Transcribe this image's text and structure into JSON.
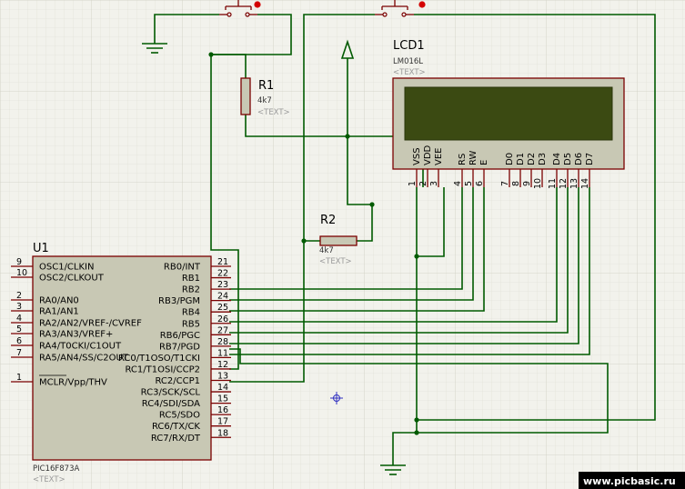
{
  "mcu": {
    "ref": "U1",
    "part": "PIC16F873A",
    "text_placeholder": "<TEXT>",
    "left_pins": [
      {
        "num": "9",
        "name": "OSC1/CLKIN"
      },
      {
        "num": "10",
        "name": "OSC2/CLKOUT"
      },
      {
        "num": "2",
        "name": "RA0/AN0"
      },
      {
        "num": "3",
        "name": "RA1/AN1"
      },
      {
        "num": "4",
        "name": "RA2/AN2/VREF-/CVREF"
      },
      {
        "num": "5",
        "name": "RA3/AN3/VREF+"
      },
      {
        "num": "6",
        "name": "RA4/T0CKI/C1OUT"
      },
      {
        "num": "7",
        "name": "RA5/AN4/SS/C2OUT"
      },
      {
        "num": "1",
        "name": "MCLR/Vpp/THV"
      }
    ],
    "right_pins": [
      {
        "num": "21",
        "name": "RB0/INT"
      },
      {
        "num": "22",
        "name": "RB1"
      },
      {
        "num": "23",
        "name": "RB2"
      },
      {
        "num": "24",
        "name": "RB3/PGM"
      },
      {
        "num": "25",
        "name": "RB4"
      },
      {
        "num": "26",
        "name": "RB5"
      },
      {
        "num": "27",
        "name": "RB6/PGC"
      },
      {
        "num": "28",
        "name": "RB7/PGD"
      },
      {
        "num": "11",
        "name": "RC0/T1OSO/T1CKI"
      },
      {
        "num": "12",
        "name": "RC1/T1OSI/CCP2"
      },
      {
        "num": "13",
        "name": "RC2/CCP1"
      },
      {
        "num": "14",
        "name": "RC3/SCK/SCL"
      },
      {
        "num": "15",
        "name": "RC4/SDI/SDA"
      },
      {
        "num": "16",
        "name": "RC5/SDO"
      },
      {
        "num": "17",
        "name": "RC6/TX/CK"
      },
      {
        "num": "18",
        "name": "RC7/RX/DT"
      }
    ]
  },
  "lcd": {
    "ref": "LCD1",
    "part": "LM016L",
    "text_placeholder": "<TEXT>",
    "pins": [
      {
        "num": "1",
        "name": "VSS"
      },
      {
        "num": "2",
        "name": "VDD"
      },
      {
        "num": "3",
        "name": "VEE"
      },
      {
        "num": "4",
        "name": "RS"
      },
      {
        "num": "5",
        "name": "RW"
      },
      {
        "num": "6",
        "name": "E"
      },
      {
        "num": "7",
        "name": "D0"
      },
      {
        "num": "8",
        "name": "D1"
      },
      {
        "num": "9",
        "name": "D2"
      },
      {
        "num": "10",
        "name": "D3"
      },
      {
        "num": "11",
        "name": "D4"
      },
      {
        "num": "12",
        "name": "D5"
      },
      {
        "num": "13",
        "name": "D6"
      },
      {
        "num": "14",
        "name": "D7"
      }
    ],
    "screen_color": "#3b4a12"
  },
  "r1": {
    "ref": "R1",
    "value": "4k7",
    "text_placeholder": "<TEXT>"
  },
  "r2": {
    "ref": "R2",
    "value": "4k7",
    "text_placeholder": "<TEXT>"
  },
  "colors": {
    "wire": "#005a00",
    "component": "#7a0000",
    "body_fill": "#c8c8b4",
    "background": "#f2f2ec"
  },
  "watermark": "www.picbasic.ru"
}
